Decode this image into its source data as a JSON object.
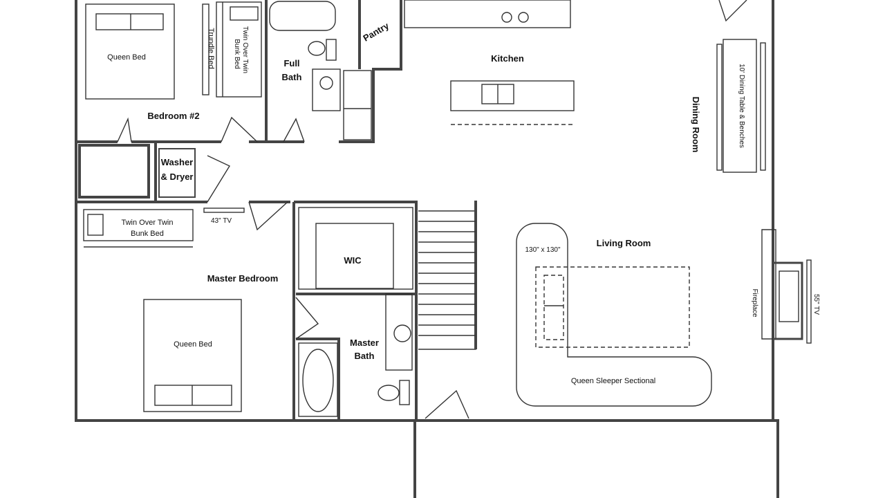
{
  "rooms": {
    "bedroom2": "Bedroom #2",
    "full_bath_1": "Full",
    "full_bath_2": "Bath",
    "pantry": "Pantry",
    "kitchen": "Kitchen",
    "dining_room": "Dining Room",
    "washer_1": "Washer",
    "washer_2": "& Dryer",
    "wic": "WIC",
    "master_bedroom": "Master Bedroom",
    "master_bath_1": "Master",
    "master_bath_2": "Bath",
    "living_room": "Living Room"
  },
  "furniture": {
    "queen_bed_bedroom2": "Queen Bed",
    "trundle_bed": "Trundle Bed",
    "bunk_bed_bedroom2_1": "Twin Over Twin",
    "bunk_bed_bedroom2_2": "Bunk Bed",
    "dining_table": "10' Dining Table & Benches",
    "bunk_bed_master_1": "Twin Over Twin",
    "bunk_bed_master_2": "Bunk Bed",
    "tv_master": "43\" TV",
    "queen_bed_master": "Queen Bed",
    "rug_size": "130\" x 130\"",
    "sectional": "Queen Sleeper Sectional",
    "fireplace": "Fireplace",
    "tv_living": "55\" TV"
  }
}
